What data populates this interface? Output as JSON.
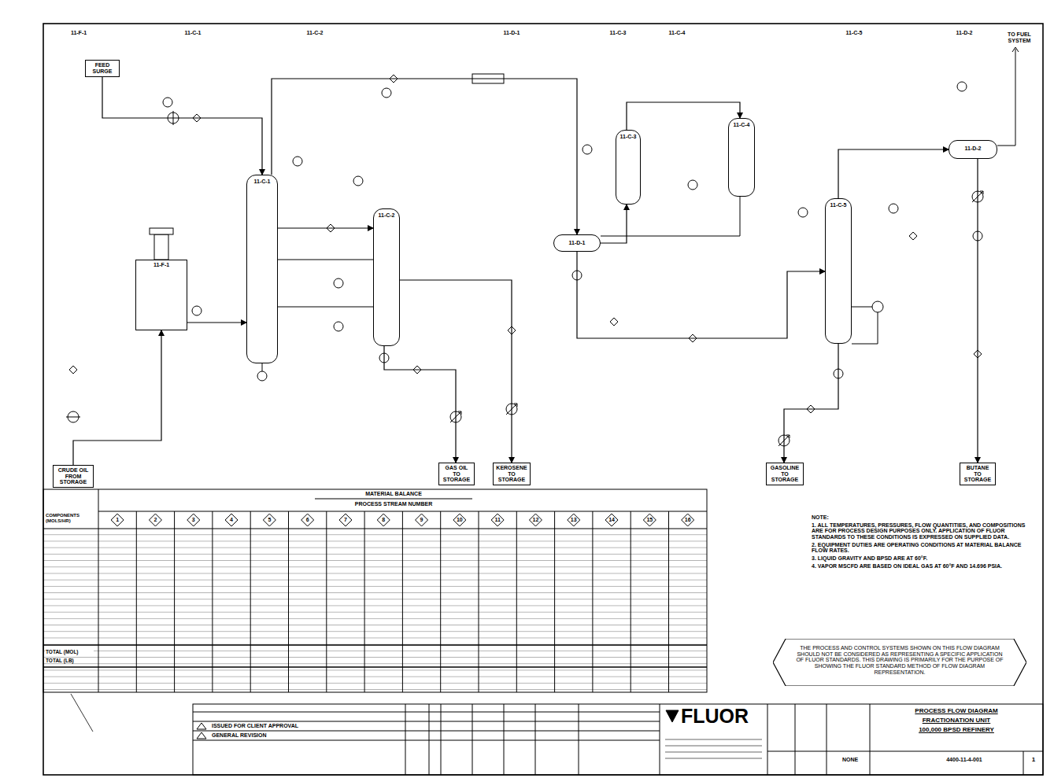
{
  "diagram": {
    "title": "PROCESS FLOW DIAGRAM",
    "nodes": [
      {
        "text": [
          "FEED SURGE"
        ]
      },
      {
        "text": [
          "11-F-1"
        ]
      },
      {
        "text": [
          "11-C-1"
        ]
      },
      {
        "text": [
          "11-C-2"
        ]
      },
      {
        "text": [
          "11-D-1"
        ]
      },
      {
        "text": [
          "11-C-3"
        ]
      },
      {
        "text": [
          "11-C-4"
        ]
      },
      {
        "text": [
          "11-C-5"
        ]
      },
      {
        "text": [
          "11-D-2"
        ]
      },
      {
        "text": [
          "CRUDE OIL FROM STORAGE"
        ]
      },
      {
        "text": [
          "GAS OIL TO STORAGE"
        ]
      },
      {
        "text": [
          "KEROSENE TO STORAGE"
        ]
      },
      {
        "text": [
          "GASOLINE TO STORAGE"
        ]
      },
      {
        "text": [
          "BUTANE TO STORAGE"
        ]
      },
      {
        "text": [
          "THE PROCESS AND CONTROL SYSTEMS SHOWN ON THIS FLOW DIAGRAM SHOULD NOT BE CONSIDERED AS REPRESENTING A SPECIFIC APPLICATION OF FLUOR STANDARDS. THIS DRAWING IS PRIMARILY FOR THE PURPOSE OF SHOWING THE FLUOR STANDARD METHOD OF FLOW DIAGRAM REPRESENTATION."
        ]
      }
    ],
    "edges": [
      {
        "from": 0,
        "to": 2,
        "arrow": "to"
      },
      {
        "from": 9,
        "to": 1,
        "arrow": "to"
      },
      {
        "from": 1,
        "to": 2,
        "arrow": "to"
      },
      {
        "from": 2,
        "to": 3,
        "arrow": "to"
      },
      {
        "from": 3,
        "to": 10,
        "arrow": "to"
      },
      {
        "from": 3,
        "to": 11,
        "arrow": "to"
      },
      {
        "from": 2,
        "to": 4,
        "arrow": "to"
      },
      {
        "from": 4,
        "to": 5,
        "arrow": "to"
      },
      {
        "from": 5,
        "to": 6,
        "arrow": "to"
      },
      {
        "from": 4,
        "to": 7,
        "arrow": "to"
      },
      {
        "from": 7,
        "to": 8,
        "arrow": "to"
      },
      {
        "from": 7,
        "to": 12,
        "arrow": "to"
      },
      {
        "from": 8,
        "to": 13,
        "arrow": "to"
      }
    ],
    "labels": [
      "TO FUEL SYSTEM",
      "11-F-1",
      "11-C-1",
      "11-C-2",
      "11-D-1",
      "11-C-3",
      "11-C-4",
      "11-C-5",
      "11-D-2",
      "MATERIAL BALANCE",
      "PROCESS STREAM NUMBER",
      "COMPONENTS (MOLS/HR)",
      "1",
      "2",
      "3",
      "4",
      "5",
      "6",
      "7",
      "8",
      "9",
      "10",
      "11",
      "12",
      "13",
      "14",
      "15",
      "16",
      "TOTAL (MOL)",
      "TOTAL (LB)",
      "NOTE:",
      "1. ALL TEMPERATURES, PRESSURES, FLOW QUANTITIES, AND COMPOSITIONS ARE FOR PROCESS DESIGN PURPOSES ONLY. APPLICATION OF FLUOR STANDARDS TO THESE CONDITIONS IS EXPRESSED ON SUPPLIED DATA.",
      "2. EQUIPMENT DUTIES ARE OPERATING CONDITIONS AT MATERIAL BALANCE FLOW RATES.",
      "3. LIQUID GRAVITY AND BPSD ARE AT 60°F.",
      "4. VAPOR MSCFD ARE BASED ON IDEAL GAS AT 60°F AND 14.696 PSIA.",
      "ISSUED FOR CLIENT APPROVAL",
      "GENERAL REVISION",
      "FLUOR",
      "FRACTIONATION UNIT",
      "100,000 BPSD REFINERY",
      "NONE",
      "4400-11-4-001",
      "1"
    ]
  }
}
